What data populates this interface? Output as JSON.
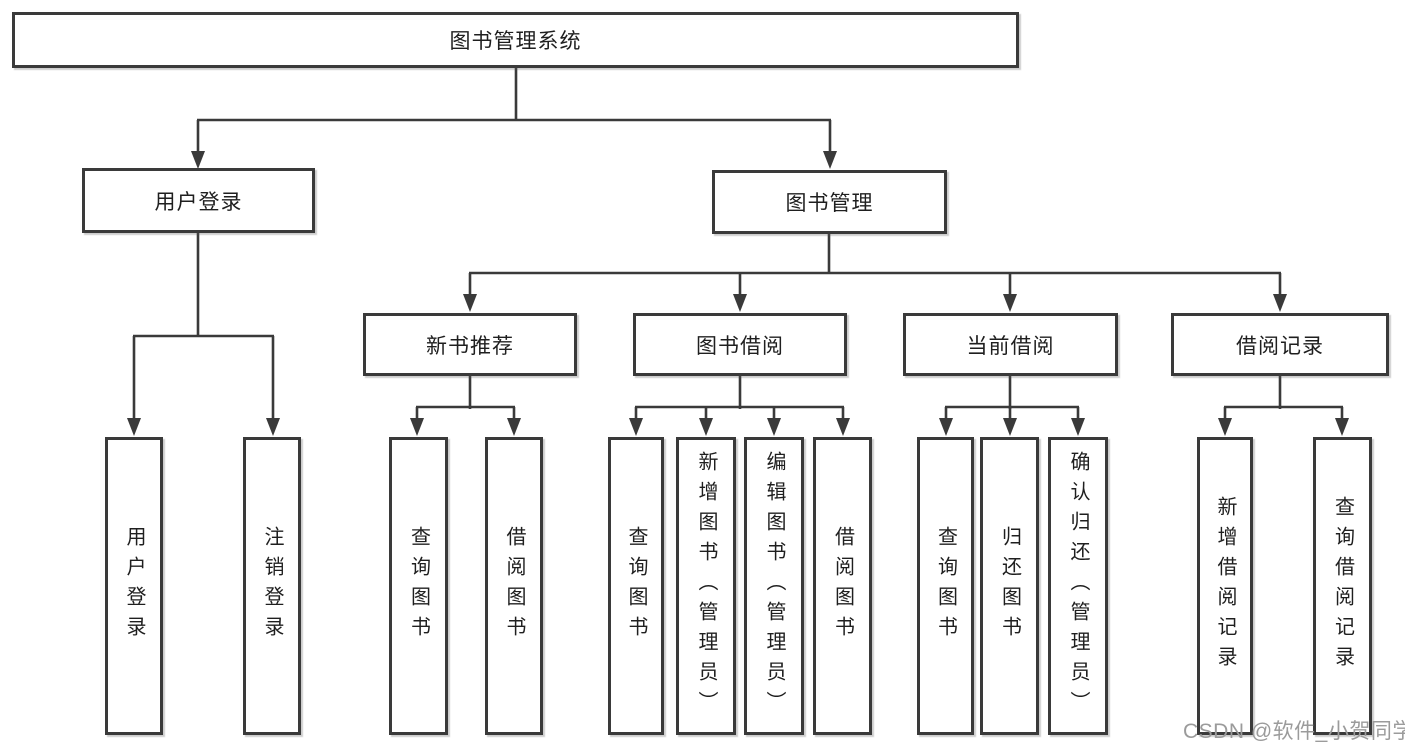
{
  "diagram": {
    "root": "图书管理系统",
    "level2": [
      "用户登录",
      "图书管理"
    ],
    "level3": [
      "新书推荐",
      "图书借阅",
      "当前借阅",
      "借阅记录"
    ],
    "leaves": {
      "user_login": [
        "用户登录",
        "注销登录"
      ],
      "new_book_recommend": [
        "查询图书",
        "借阅图书"
      ],
      "book_borrow": [
        "查询图书",
        "新增图书（管理员）",
        "编辑图书（管理员）",
        "借阅图书"
      ],
      "current_borrow": [
        "查询图书",
        "归还图书",
        "确认归还（管理员）"
      ],
      "borrow_records": [
        "新增借阅记录",
        "查询借阅记录"
      ]
    }
  },
  "watermark": "CSDN @软件_小贺同学",
  "colors": {
    "line": "#3a3a3a",
    "text": "#1f1f1f",
    "background": "#ffffff",
    "watermark": "#9b9b9b"
  }
}
